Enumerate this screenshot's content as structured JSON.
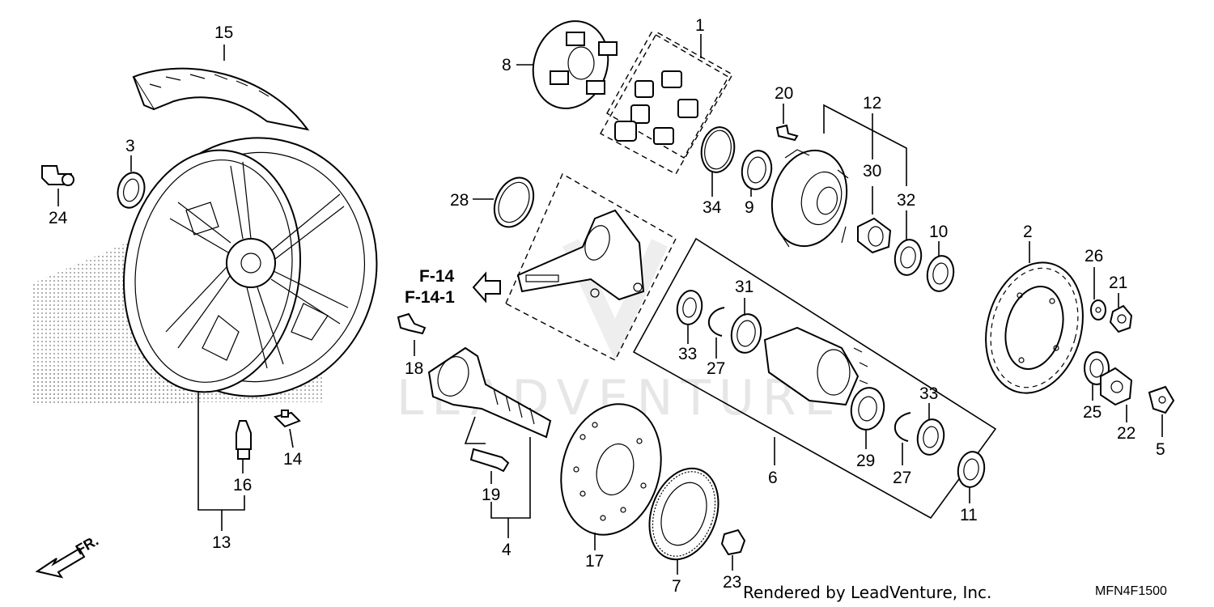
{
  "diagram": {
    "callouts": [
      {
        "id": "c1",
        "label": "1"
      },
      {
        "id": "c2",
        "label": "2"
      },
      {
        "id": "c3",
        "label": "3"
      },
      {
        "id": "c4",
        "label": "4"
      },
      {
        "id": "c5",
        "label": "5"
      },
      {
        "id": "c6",
        "label": "6"
      },
      {
        "id": "c7",
        "label": "7"
      },
      {
        "id": "c8",
        "label": "8"
      },
      {
        "id": "c9",
        "label": "9"
      },
      {
        "id": "c10",
        "label": "10"
      },
      {
        "id": "c11",
        "label": "11"
      },
      {
        "id": "c12",
        "label": "12"
      },
      {
        "id": "c13",
        "label": "13"
      },
      {
        "id": "c14",
        "label": "14"
      },
      {
        "id": "c15",
        "label": "15"
      },
      {
        "id": "c16",
        "label": "16"
      },
      {
        "id": "c17",
        "label": "17"
      },
      {
        "id": "c18",
        "label": "18"
      },
      {
        "id": "c19",
        "label": "19"
      },
      {
        "id": "c20",
        "label": "20"
      },
      {
        "id": "c21",
        "label": "21"
      },
      {
        "id": "c22",
        "label": "22"
      },
      {
        "id": "c23",
        "label": "23"
      },
      {
        "id": "c24",
        "label": "24"
      },
      {
        "id": "c25",
        "label": "25"
      },
      {
        "id": "c26",
        "label": "26"
      },
      {
        "id": "c27a",
        "label": "27"
      },
      {
        "id": "c27b",
        "label": "27"
      },
      {
        "id": "c28",
        "label": "28"
      },
      {
        "id": "c29",
        "label": "29"
      },
      {
        "id": "c30",
        "label": "30"
      },
      {
        "id": "c31",
        "label": "31"
      },
      {
        "id": "c32",
        "label": "32"
      },
      {
        "id": "c33a",
        "label": "33"
      },
      {
        "id": "c33b",
        "label": "33"
      },
      {
        "id": "c34",
        "label": "34"
      }
    ],
    "references": [
      "F-14",
      "F-14-1"
    ],
    "front_arrow_label": "FR.",
    "credit": "Rendered by LeadVenture, Inc.",
    "diagram_code": "MFN4F1500",
    "watermark": "LEADVENTURE"
  }
}
